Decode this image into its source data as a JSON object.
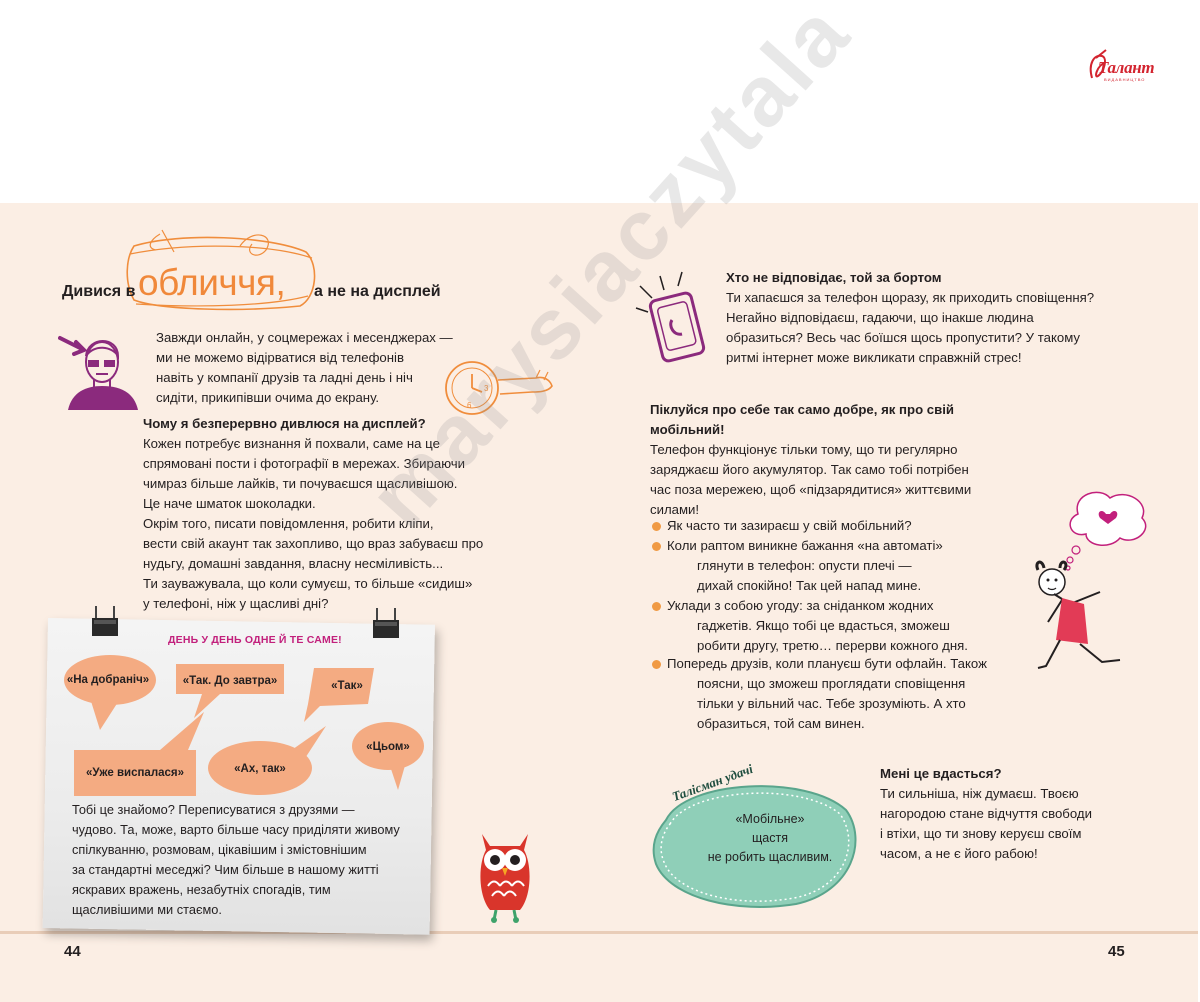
{
  "brand": {
    "logo_text": "Талант",
    "logo_sub": "ВИДАВНИЦТВО"
  },
  "left_page": {
    "title_pre": "Дивися в",
    "title_big": "обличчя,",
    "title_post": "а не на дисплей",
    "intro": [
      "Завжди онлайн, у соцмережах і месенджерах —",
      "ми не можемо відірватися від телефонів",
      "навіть у компанії друзів та ладні день і ніч",
      "сидіти, прикипівши очима до екрану."
    ],
    "question_heading": "Чому я безперервно дивлюся на дисплей?",
    "question_body": [
      "Кожен потребує визнання й похвали, саме на це",
      "спрямовані пости і фотографії в мережах. Збираючи",
      "чимраз більше лайків, ти почуваєшся щасливішою.",
      "Це наче шматок шоколадки.",
      "Окрім того, писати повідомлення, робити кліпи,",
      "вести свій акаунт так захопливо, що враз забуваєш про",
      "нудьгу, домашні завдання, власну несміливість...",
      "Ти зауважувала, що коли сумуєш, то більше «сидиш»",
      "у телефоні,  ніж у щасливі дні?"
    ],
    "pinned": {
      "title": "ДЕНЬ У ДЕНЬ ОДНЕ Й ТЕ САМЕ!",
      "bubbles": [
        "«На добраніч»",
        "«Так. До завтра»",
        "«Так»",
        "«Уже виспалася»",
        "«Ах, так»",
        "«Цьом»"
      ],
      "body": [
        "Тобі це знайомо? Переписуватися з друзями —",
        "чудово. Та, може, варто більше часу приділяти живому",
        "спілкуванню, розмовам, цікавішим і змістовнішим",
        "за стандартні меседжі? Чим більше в нашому житті",
        "яскравих вражень, незабутніх спогадів, тим",
        "щасливішими ми стаємо."
      ]
    },
    "page_number": "44"
  },
  "right_page": {
    "section1_heading": "Хто не відповідає, той за бортом",
    "section1_body": [
      "Ти хапаєшся за телефон щоразу, як приходить сповіщення?",
      "Негайно відповідаєш, гадаючи, що інакше людина",
      "образиться? Весь час боїшся щось пропустити? У такому",
      "ритмі інтернет може викликати справжній стрес!"
    ],
    "section2_heading": [
      "Піклуйся про себе так само добре, як про свій",
      "мобільний!"
    ],
    "section2_body": [
      "Телефон функціонує тільки тому, що ти регулярно",
      "заряджаєш його акумулятор. Так само тобі потрібен",
      "час поза мережею, щоб «підзарядитися» життєвими",
      "силами!"
    ],
    "tips": [
      [
        "Як часто ти зазираєш у свій мобільний?"
      ],
      [
        "Коли раптом виникне бажання «на автоматі»",
        "глянути в телефон: опусти плечі —",
        "дихай спокійно! Так цей напад мине."
      ],
      [
        "Уклади з собою угоду: за сніданком жодних",
        "гаджетів. Якщо тобі це вдасться, зможеш",
        "робити другу, третю… перерви кожного дня."
      ],
      [
        "Попередь друзів, коли плануєш бути офлайн. Також",
        "поясни, що зможеш проглядати сповіщення",
        "тільки у вільний час. Тебе зрозуміють. А хто",
        "образиться, той сам винен."
      ]
    ],
    "talisman": {
      "label": "Талісман удачі",
      "text": [
        "«Мобільне»",
        "щастя",
        "не робить щасливим."
      ]
    },
    "section3_heading": "Мені це вдасться?",
    "section3_body": [
      "Ти сильніша, ніж думаєш. Твоєю",
      "нагородою стане відчуття свободи",
      "і втіхи, що ти знову керуєш своїм",
      "часом, а не є його рабою!"
    ],
    "page_number": "45"
  },
  "watermark": "marysiaczytala",
  "colors": {
    "accent_orange": "#f0883a",
    "bubble": "#f4ab82",
    "pink_title": "#c2207c",
    "background": "#fbeee4",
    "stone": "#8fcfb8"
  },
  "icons": [
    "pointing-arrow-icon",
    "girl-face-icon",
    "clock-hand-icon",
    "ringing-phone-icon",
    "owl-icon",
    "heart-thought-icon",
    "dancing-girl-icon",
    "binder-clip-icon"
  ]
}
